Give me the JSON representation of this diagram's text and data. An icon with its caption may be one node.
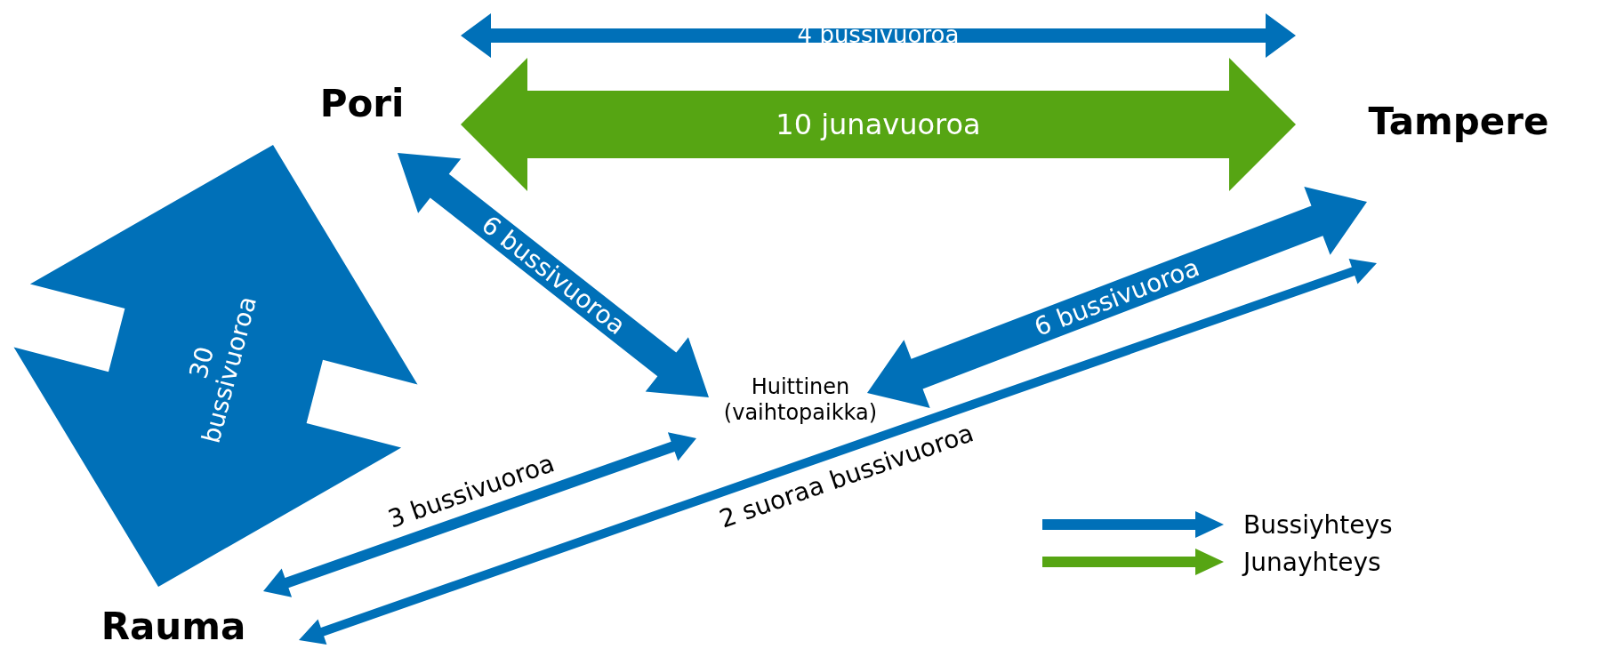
{
  "diagram": {
    "nodes": [
      {
        "text": [
          "Pori"
        ]
      },
      {
        "text": [
          "Tampere"
        ]
      },
      {
        "text": [
          "Huittinen (vaihtopaikka)"
        ]
      },
      {
        "text": [
          "Rauma"
        ]
      }
    ],
    "edges": [
      {
        "from": 0,
        "to": 1,
        "arrow": "both",
        "label": "4 bussivuoroa"
      },
      {
        "from": 0,
        "to": 1,
        "arrow": "both",
        "label": "10 junavuoroa",
        "style": "thick",
        "color": "#56a513"
      },
      {
        "from": 0,
        "to": 2,
        "arrow": "both",
        "label": "6 bussivuoroa",
        "style": "thick"
      },
      {
        "from": 2,
        "to": 1,
        "arrow": "both",
        "label": "6 bussivuoroa",
        "style": "thick"
      },
      {
        "from": 2,
        "to": 3,
        "arrow": "both",
        "label": "3 bussivuoroa"
      },
      {
        "from": 3,
        "to": 1,
        "arrow": "both",
        "label": "2 suoraa bussivuoroa"
      },
      {
        "from": 0,
        "to": 3,
        "arrow": "both",
        "label": "30 bussivuoroa",
        "style": "thick"
      }
    ],
    "legend": [
      {
        "text": "Bussiyhteys",
        "color": "#0070b8"
      },
      {
        "text": "Junayhteys",
        "color": "#56a513"
      }
    ]
  }
}
